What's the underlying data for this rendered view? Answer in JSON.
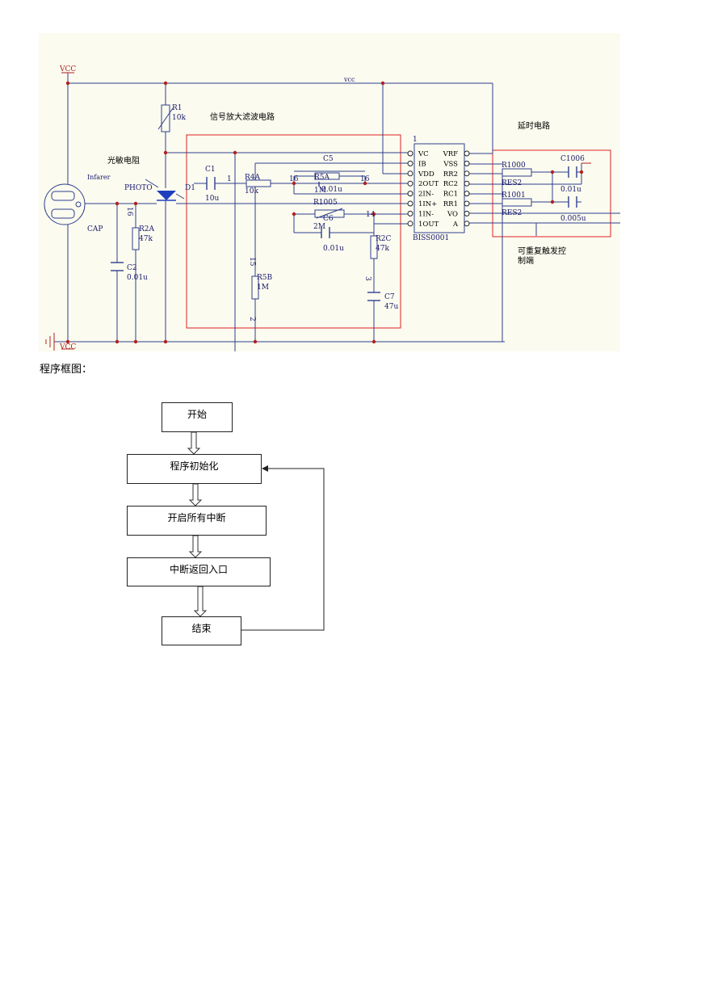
{
  "schematic": {
    "labels": {
      "vcc_top_left": "VCC",
      "vcc_line": "vcc",
      "vcc_bottom": "VCC",
      "r1": "R1",
      "r1_val": "10k",
      "section_filter": "信号放大滤波电路",
      "section_delay": "延时电路",
      "section_retrigger_line1": "可重复触发控",
      "section_retrigger_line2": "制端",
      "photoresistor": "光敏电阻",
      "infrared": "Infarer",
      "photo": "PHOTO",
      "d1": "D1",
      "cap": "CAP",
      "c1": "C1",
      "c1_val": "10u",
      "node1": "1",
      "r4a": "R4A",
      "r4a_val": "10k",
      "c5": "C5",
      "r5a": "R5A",
      "r5a_val": "1M",
      "c5_val": "0.01u",
      "n16a": "16",
      "n16b": "16",
      "r1005": "R1005",
      "c6": "C6",
      "r1005_val": "2M",
      "c6_val": "0.01u",
      "n14": "14",
      "r2a": "R2A",
      "r2a_val": "47k",
      "c2": "C2",
      "c2_val": "0.01u",
      "n15": "15",
      "r5b": "R5B",
      "r5b_val": "1M",
      "n2": "2",
      "r2c": "R2C",
      "r2c_val": "47k",
      "n3": "3",
      "c7": "C7",
      "c7_val": "47u",
      "ic_pin1": "1",
      "ic_name": "BISS0001",
      "r1000": "R1000",
      "res2a": "RES2",
      "r1001": "R1001",
      "res2b": "RES2",
      "c1006": "C1006",
      "c1006_val": "0.01u",
      "c_delay_val": "0.005u",
      "n16c": "16"
    },
    "ic_left_pins": [
      "VC",
      "IB",
      "VDD",
      "2OUT",
      "2IN-",
      "1IN+",
      "1IN-",
      "1OUT"
    ],
    "ic_right_pins": [
      "VRF",
      "VSS",
      "RR2",
      "RC2",
      "RC1",
      "RR1",
      "VO",
      "A"
    ]
  },
  "caption": "程序框图：",
  "flowchart": {
    "start": "开始",
    "init": "程序初始化",
    "enable_interrupts": "开启所有中断",
    "interrupt_return": "中断返回入口",
    "end": "结束"
  }
}
